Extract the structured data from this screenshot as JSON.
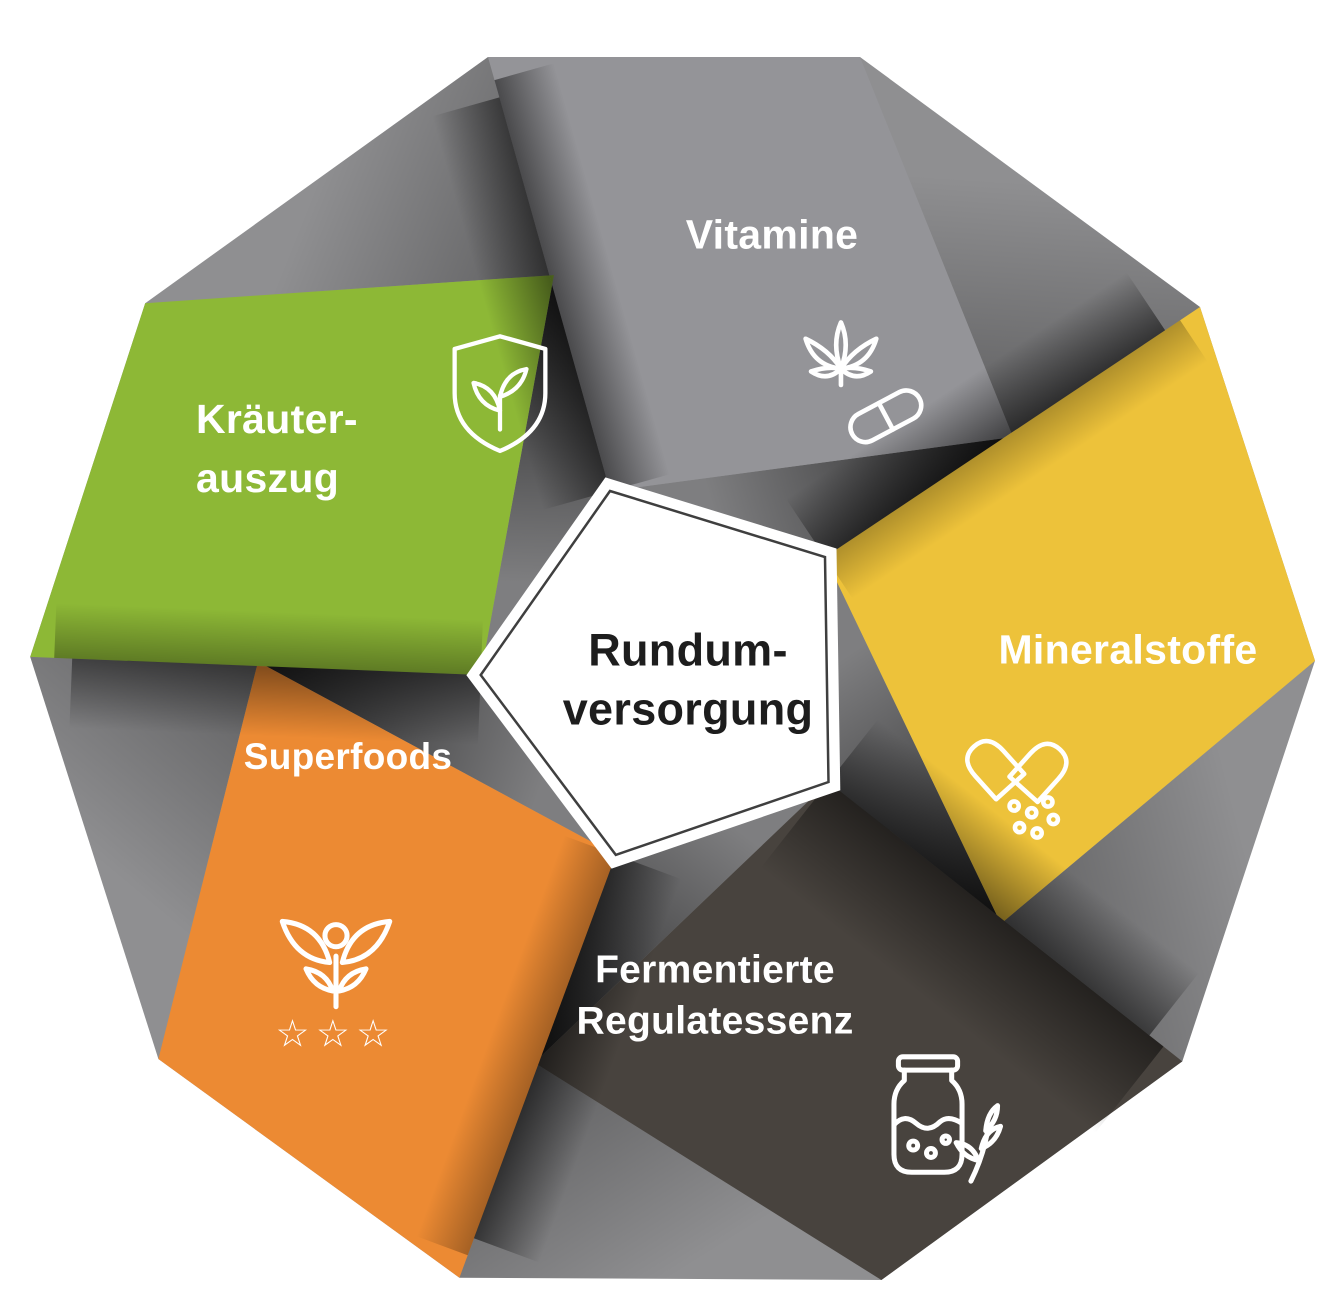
{
  "diagram": {
    "title_semantics": "pentagon ribbon infographic",
    "center": {
      "lines": [
        "Rundum-",
        "versorgung"
      ],
      "text_color": "#1d1d1d"
    },
    "segments": [
      {
        "id": "vitamine",
        "label": "Vitamine",
        "color": "#949498",
        "icon": "hemp-leaf-capsule-icon"
      },
      {
        "id": "mineralstoffe",
        "label": "Mineralstoffe",
        "color": "#edc23a",
        "icon": "open-capsule-minerals-icon"
      },
      {
        "id": "fermentierte-regulatessenz",
        "label": "Fermentierte Regulatessenz",
        "lines": [
          "Fermentierte",
          "Regulatessenz"
        ],
        "color": "#48433e",
        "icon": "fermentation-jar-icon"
      },
      {
        "id": "superfoods",
        "label": "Superfoods",
        "color": "#ec8a33",
        "icon": "plant-person-stars-icon"
      },
      {
        "id": "kraeuterauszug",
        "label": "Kräuterauszug",
        "lines": [
          "Kräuter-",
          "auszug"
        ],
        "color": "#8db836",
        "icon": "shield-sprout-icon"
      }
    ],
    "base": {
      "silhouette_gray": "#8f8f91",
      "pentagon_outline": "#3f3f3f",
      "label_color": "#ffffff"
    }
  }
}
